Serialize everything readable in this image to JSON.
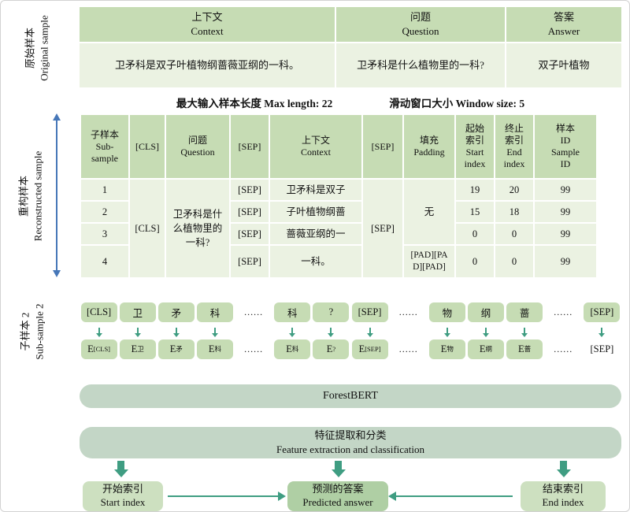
{
  "side_labels": {
    "original": "原始样本\nOriginal sample",
    "reconstructed": "重构样本\nReconstructed sample",
    "subsample2": "子样本 2\nSub-sample 2"
  },
  "original_table": {
    "headers": [
      "上下文\nContext",
      "问题\nQuestion",
      "答案\nAnswer"
    ],
    "row": [
      "卫矛科是双子叶植物纲蔷薇亚纲的一科。",
      "卫矛科是什么植物里的一科?",
      "双子叶植物"
    ]
  },
  "params": {
    "max_length": "最大输入样本长度 Max length: 22",
    "window_size": "滑动窗口大小 Window size: 5"
  },
  "recon_table": {
    "headers": [
      "子样本\nSub-\nsample",
      "[CLS]",
      "问题\nQuestion",
      "[SEP]",
      "上下文\nContext",
      "[SEP]",
      "填充\nPadding",
      "起始\n索引\nStart\nindex",
      "终止\n索引\nEnd\nindex",
      "样本\nID\nSample\nID"
    ],
    "cls": "[CLS]",
    "question": "卫矛科是什么植物里的一科?",
    "sep_merged": "[SEP]",
    "padding_none": "无",
    "padding_pad": "[PAD][PAD][PAD]",
    "rows": [
      {
        "id": "1",
        "sep": "[SEP]",
        "context": "卫矛科是双子",
        "start": "19",
        "end": "20",
        "sample_id": "99"
      },
      {
        "id": "2",
        "sep": "[SEP]",
        "context": "子叶植物纲蔷",
        "start": "15",
        "end": "18",
        "sample_id": "99"
      },
      {
        "id": "3",
        "sep": "[SEP]",
        "context": "蔷薇亚纲的一",
        "start": "0",
        "end": "0",
        "sample_id": "99"
      },
      {
        "id": "4",
        "sep": "[SEP]",
        "context": "一科。",
        "start": "0",
        "end": "0",
        "sample_id": "99"
      }
    ]
  },
  "token_flow": {
    "tokens": [
      {
        "type": "box",
        "text": "[CLS]"
      },
      {
        "type": "box",
        "text": "卫"
      },
      {
        "type": "box",
        "text": "矛"
      },
      {
        "type": "box",
        "text": "科"
      },
      {
        "type": "dots",
        "text": "......"
      },
      {
        "type": "box",
        "text": "科"
      },
      {
        "type": "box",
        "text": "?"
      },
      {
        "type": "box",
        "text": "[SEP]"
      },
      {
        "type": "dots",
        "text": "......"
      },
      {
        "type": "box",
        "text": "物"
      },
      {
        "type": "box",
        "text": "纲"
      },
      {
        "type": "box",
        "text": "蔷"
      },
      {
        "type": "dots",
        "text": "......"
      },
      {
        "type": "box",
        "text": "[SEP]"
      }
    ],
    "embeddings": [
      {
        "type": "box-sub",
        "base": "E",
        "sub": "[CLS]"
      },
      {
        "type": "box-sub",
        "base": "E",
        "sub": "卫"
      },
      {
        "type": "box-sub",
        "base": "E",
        "sub": "矛"
      },
      {
        "type": "box-sub",
        "base": "E",
        "sub": "科"
      },
      {
        "type": "dots",
        "text": "......"
      },
      {
        "type": "box-sub",
        "base": "E",
        "sub": "科"
      },
      {
        "type": "box-sub",
        "base": "E",
        "sub": "?"
      },
      {
        "type": "box-sub",
        "base": "E",
        "sub": "[SEP]"
      },
      {
        "type": "dots",
        "text": "......"
      },
      {
        "type": "box-sub",
        "base": "E",
        "sub": "物"
      },
      {
        "type": "box-sub",
        "base": "E",
        "sub": "纲"
      },
      {
        "type": "box-sub",
        "base": "E",
        "sub": "蔷"
      },
      {
        "type": "dots",
        "text": "......"
      },
      {
        "type": "plain",
        "text": "[SEP]"
      }
    ]
  },
  "bars": {
    "forestbert": "ForestBERT",
    "feature": "特征提取和分类\nFeature extraction and classification"
  },
  "outputs": {
    "start_index": "开始索引\nStart index",
    "predicted_answer": "预测的答案\nPredicted answer",
    "end_index": "结束索引\nEnd index"
  },
  "colors": {
    "header_green": "#c6dcb4",
    "cell_green": "#ebf2e2",
    "bar_sage": "#c3d6c6",
    "answer_green": "#afcfa4",
    "output_green": "#cde0c0",
    "arrow_teal": "#3f9d82",
    "blue_arrow": "#4677b8"
  }
}
